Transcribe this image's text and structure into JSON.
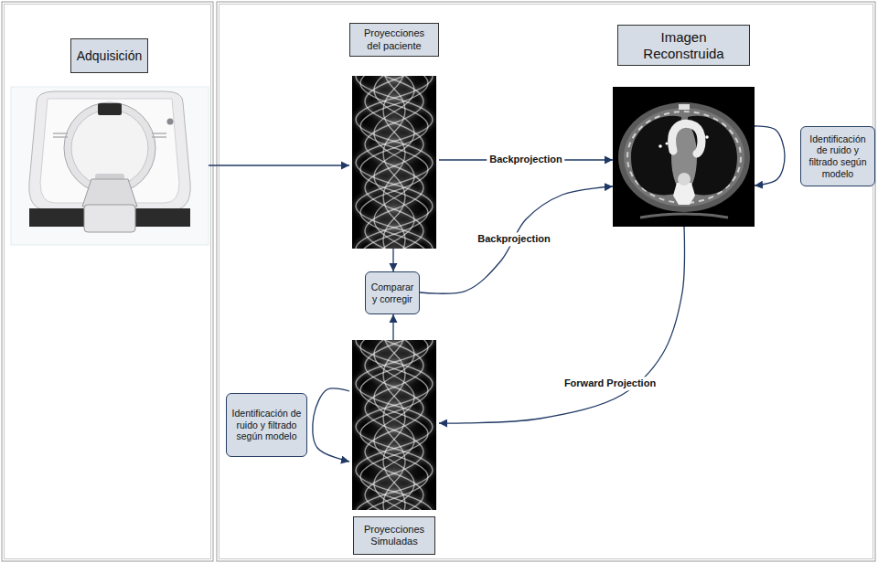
{
  "diagram": {
    "nodes": [
      {
        "text": [
          "Adquisición"
        ]
      },
      {
        "text": [
          "Proyecciones del paciente"
        ]
      },
      {
        "text": [
          "Imagen Reconstruida"
        ]
      },
      {
        "text": [
          "Identificación de ruido y filtrado según modelo"
        ]
      },
      {
        "text": [
          "Comparar y corregir"
        ]
      },
      {
        "text": [
          "Identificación de ruido y filtrado según modelo"
        ]
      },
      {
        "text": [
          "Proyecciones Simuladas"
        ]
      }
    ],
    "edges": [
      {
        "from": 0,
        "to": 1,
        "arrow": "to"
      },
      {
        "from": 1,
        "to": 2,
        "label": "Backprojection",
        "arrow": "to"
      },
      {
        "from": 1,
        "to": 4,
        "arrow": "to"
      },
      {
        "from": 4,
        "to": 2,
        "label": "Backprojection",
        "arrow": "to"
      },
      {
        "from": 2,
        "to": 6,
        "label": "Forward Projection",
        "arrow": "to"
      },
      {
        "from": 6,
        "to": 4,
        "arrow": "to"
      },
      {
        "from": 2,
        "to": 2,
        "arrow": "to"
      },
      {
        "from": 6,
        "to": 6,
        "arrow": "to"
      }
    ]
  }
}
